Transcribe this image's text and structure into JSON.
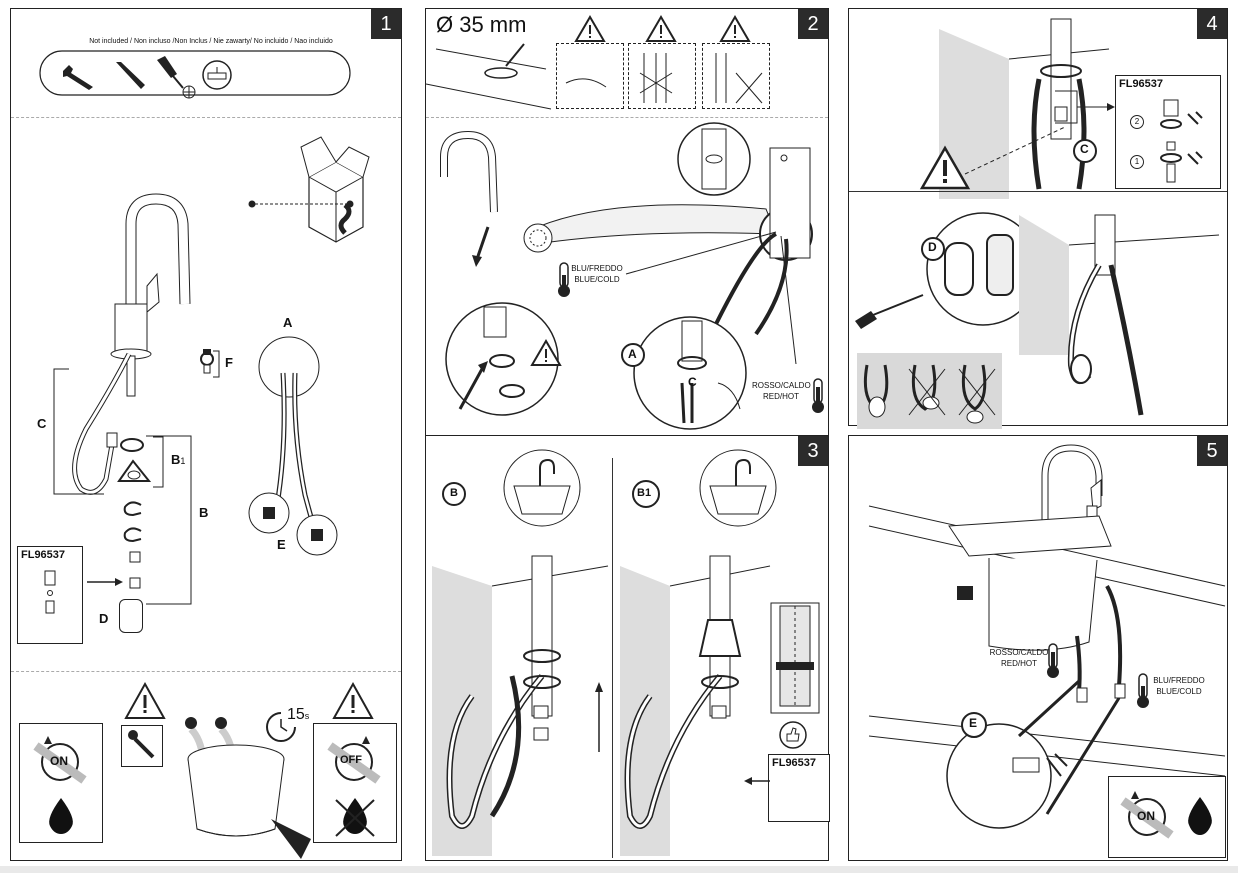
{
  "panels": [
    {
      "number": "1"
    },
    {
      "number": "2"
    },
    {
      "number": "3"
    },
    {
      "number": "4"
    },
    {
      "number": "5"
    }
  ],
  "panel1": {
    "not_included": "Not included / Non incluso /Non Inclus / Nie zawarty/ No incluido / Nao incluido",
    "label_a": "A",
    "label_b": "B",
    "label_b1": "B",
    "label_b1_sub": "1",
    "label_c": "C",
    "label_d": "D",
    "label_e": "E",
    "label_f": "F",
    "part_code": "FL96537",
    "on_label": "ON",
    "off_label": "OFF",
    "time_value": "15",
    "time_unit": "s"
  },
  "panel2": {
    "hole_diameter": "Ø 35 mm",
    "cold_label_1": "BLU/FREDDO",
    "cold_label_2": "BLUE/COLD",
    "hot_label_1": "ROSSO/CALDO",
    "hot_label_2": "RED/HOT",
    "label_a": "A",
    "label_c_small": "C"
  },
  "panel3": {
    "label_b": "B",
    "label_b1": "B1",
    "part_code": "FL96537"
  },
  "panel4": {
    "part_code": "FL96537",
    "step_2": "2",
    "step_1": "1",
    "label_c": "C",
    "label_d": "D"
  },
  "panel5": {
    "hot_label_1": "ROSSO/CALDO",
    "hot_label_2": "RED/HOT",
    "cold_label_1": "BLU/FREDDO",
    "cold_label_2": "BLUE/COLD",
    "label_e": "E",
    "on_label": "ON"
  },
  "colors": {
    "border": "#222222",
    "badge_bg": "#2b2b2b",
    "panel_bg": "#ffffff",
    "grey_fill": "#d9d9d9"
  },
  "icons": [
    "warning-icon",
    "wrench-icon",
    "hex-key-icon",
    "screwdriver-icon",
    "level-icon",
    "thermometer-icon",
    "water-drop-icon",
    "clock-icon",
    "thumbs-up-icon",
    "box-icon"
  ]
}
